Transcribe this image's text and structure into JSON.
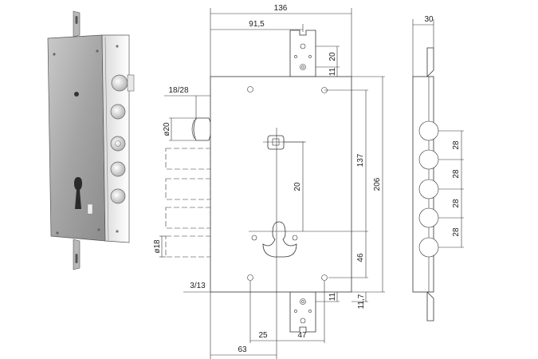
{
  "drawing": {
    "dimensions": {
      "total_width": "136",
      "offset_width": "91,5",
      "plate_width": "30",
      "bracket_hole_top": "20",
      "bracket_to_plate_top": "11",
      "bolt_diameter_label": "18/28",
      "bolt_diameter": "ø20",
      "follower_to_cylinder": "20",
      "follower_to_bottom": "137",
      "overall_height": "206",
      "lower_bolt_diameter": "ø18",
      "front_thickness": "3/13",
      "cylinder_to_bottom_hole": "46",
      "bottom_bracket_offset_a": "11",
      "bottom_bracket_offset_b": "11,7",
      "hole_to_cylinder": "25",
      "cylinder_to_right_hole": "47",
      "backset": "63",
      "bolt_pitch_1": "28",
      "bolt_pitch_2": "28",
      "bolt_pitch_3": "28",
      "bolt_pitch_4": "28"
    },
    "colors": {
      "line": "#333333",
      "lock_body_dark": "#8c8c8c",
      "lock_body_light": "#dcdcdc",
      "bolt_chrome": "#f2f2f2"
    }
  }
}
